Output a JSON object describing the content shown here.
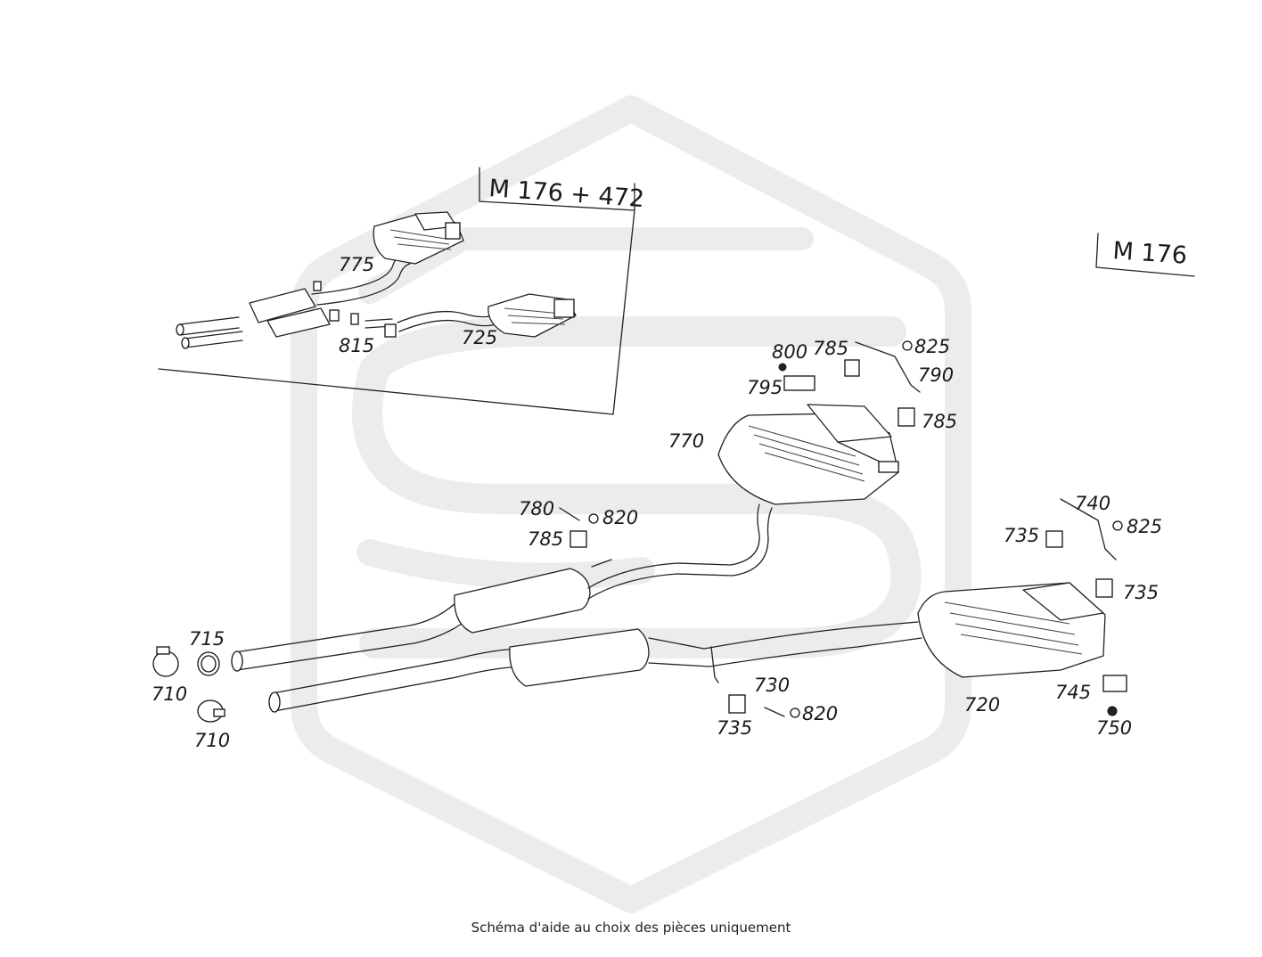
{
  "variant_labels": {
    "inset": "M 176 + 472",
    "main": "M 176"
  },
  "callouts": {
    "c775": "775",
    "c815": "815",
    "c725": "725",
    "c800": "800",
    "c785a": "785",
    "c825a": "825",
    "c790": "790",
    "c795": "795",
    "c785b": "785",
    "c770": "770",
    "c780": "780",
    "c820a": "820",
    "c785c": "785",
    "c740": "740",
    "c825b": "825",
    "c735a": "735",
    "c735b": "735",
    "c715": "715",
    "c710a": "710",
    "c710b": "710",
    "c730": "730",
    "c820b": "820",
    "c735c": "735",
    "c720": "720",
    "c745": "745",
    "c750": "750"
  },
  "footnote": "Schéma d'aide au choix des pièces uniquement",
  "colors": {
    "line": "#222222",
    "watermark": "#ececec",
    "background": "#ffffff"
  }
}
